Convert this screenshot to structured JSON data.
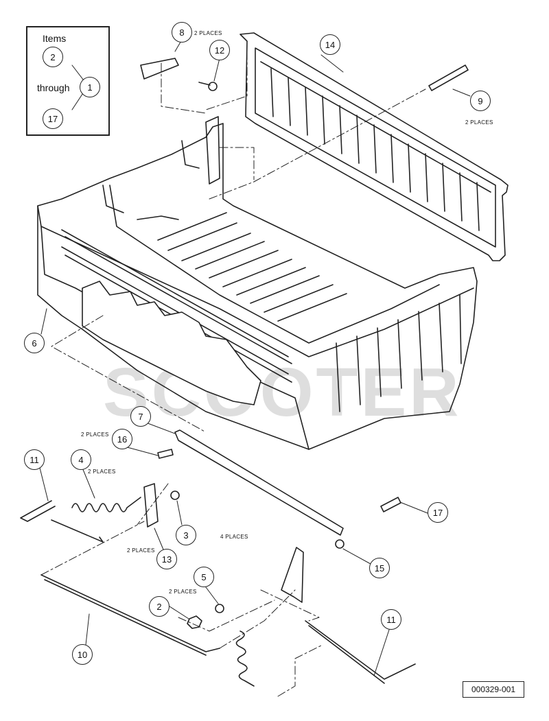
{
  "legend": {
    "title": "Items",
    "first_item": "2",
    "range_word": "through",
    "last_item": "17",
    "target_item": "1"
  },
  "callouts": [
    {
      "id": "callout-2-legend",
      "label": "2"
    },
    {
      "id": "callout-1-legend",
      "label": "1"
    },
    {
      "id": "callout-17-legend",
      "label": "17"
    },
    {
      "id": "callout-8",
      "label": "8"
    },
    {
      "id": "callout-12",
      "label": "12"
    },
    {
      "id": "callout-14",
      "label": "14"
    },
    {
      "id": "callout-9",
      "label": "9"
    },
    {
      "id": "callout-6",
      "label": "6"
    },
    {
      "id": "callout-7",
      "label": "7"
    },
    {
      "id": "callout-16",
      "label": "16"
    },
    {
      "id": "callout-11-left",
      "label": "11"
    },
    {
      "id": "callout-4",
      "label": "4"
    },
    {
      "id": "callout-3",
      "label": "3"
    },
    {
      "id": "callout-13",
      "label": "13"
    },
    {
      "id": "callout-17",
      "label": "17"
    },
    {
      "id": "callout-15",
      "label": "15"
    },
    {
      "id": "callout-5",
      "label": "5"
    },
    {
      "id": "callout-2",
      "label": "2"
    },
    {
      "id": "callout-10",
      "label": "10"
    },
    {
      "id": "callout-11-right",
      "label": "11"
    }
  ],
  "notes": {
    "item8": "2 PLACES",
    "item9": "2 PLACES",
    "item16": "2 PLACES",
    "item4": "2 PLACES",
    "item3": "4 PLACES",
    "item13": "2 PLACES",
    "item5": "2 PLACES"
  },
  "figure_id": "000329-001",
  "watermark": "SCOOTER"
}
